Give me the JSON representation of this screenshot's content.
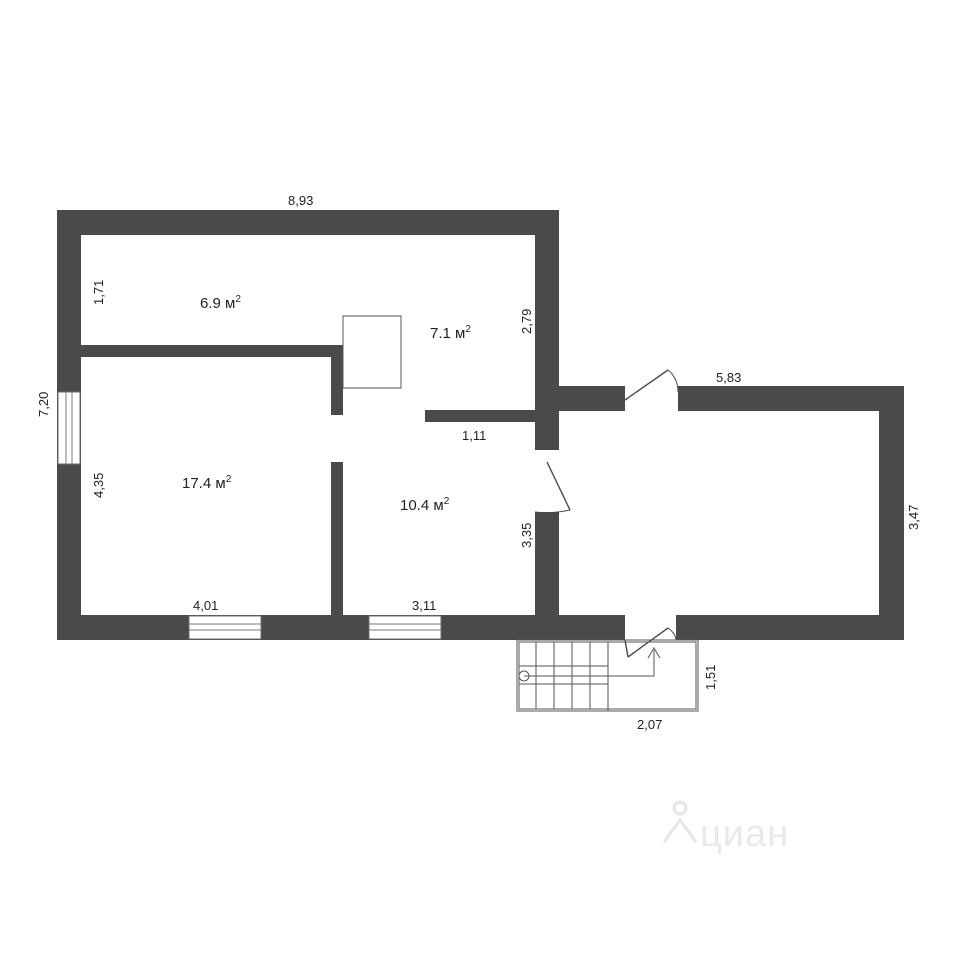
{
  "dimensions": {
    "top_width": "8,93",
    "left_height": "7,20",
    "upper_room_height": "1,71",
    "upper_right_height": "2,79",
    "living_height": "4,35",
    "living_width": "4,01",
    "partition_length": "1,11",
    "hall_height": "3,35",
    "hall_width": "3,11",
    "annex_width": "5,83",
    "annex_height": "3,47",
    "porch_height": "1,51",
    "porch_width": "2,07"
  },
  "rooms": {
    "upper_left": {
      "value": "6.9 м",
      "sup": "2"
    },
    "upper_right": {
      "value": "7.1 м",
      "sup": "2"
    },
    "living": {
      "value": "17.4 м",
      "sup": "2"
    },
    "hall": {
      "value": "10.4 м",
      "sup": "2"
    }
  },
  "watermark": {
    "text": "циан"
  },
  "colors": {
    "wall": "#4a4a4b",
    "background": "#ffffff"
  }
}
